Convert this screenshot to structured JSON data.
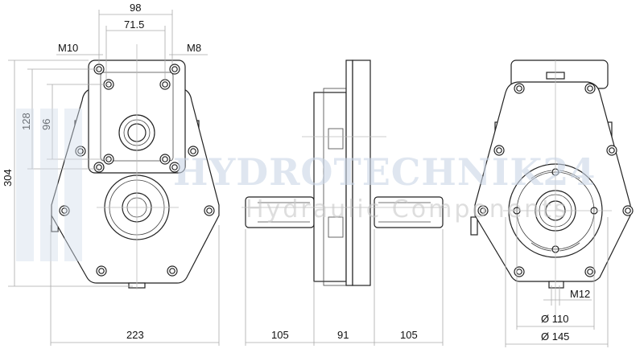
{
  "watermark": {
    "brand": "HYDROTECHNIK24",
    "tagline": "Hydraulic Components"
  },
  "dimensions": {
    "front_view": {
      "top_width": "98",
      "top_inner": "71.5",
      "left_thread": "M10",
      "right_thread": "M8",
      "height": "304",
      "plate_height": "128",
      "inner_height": "96",
      "width": "223"
    },
    "side_view": {
      "shaft_left": "105",
      "body": "91",
      "shaft_right": "105"
    },
    "rear_view": {
      "thread": "M12",
      "bolt_circle": "Ø 110",
      "flange": "Ø 145"
    }
  }
}
